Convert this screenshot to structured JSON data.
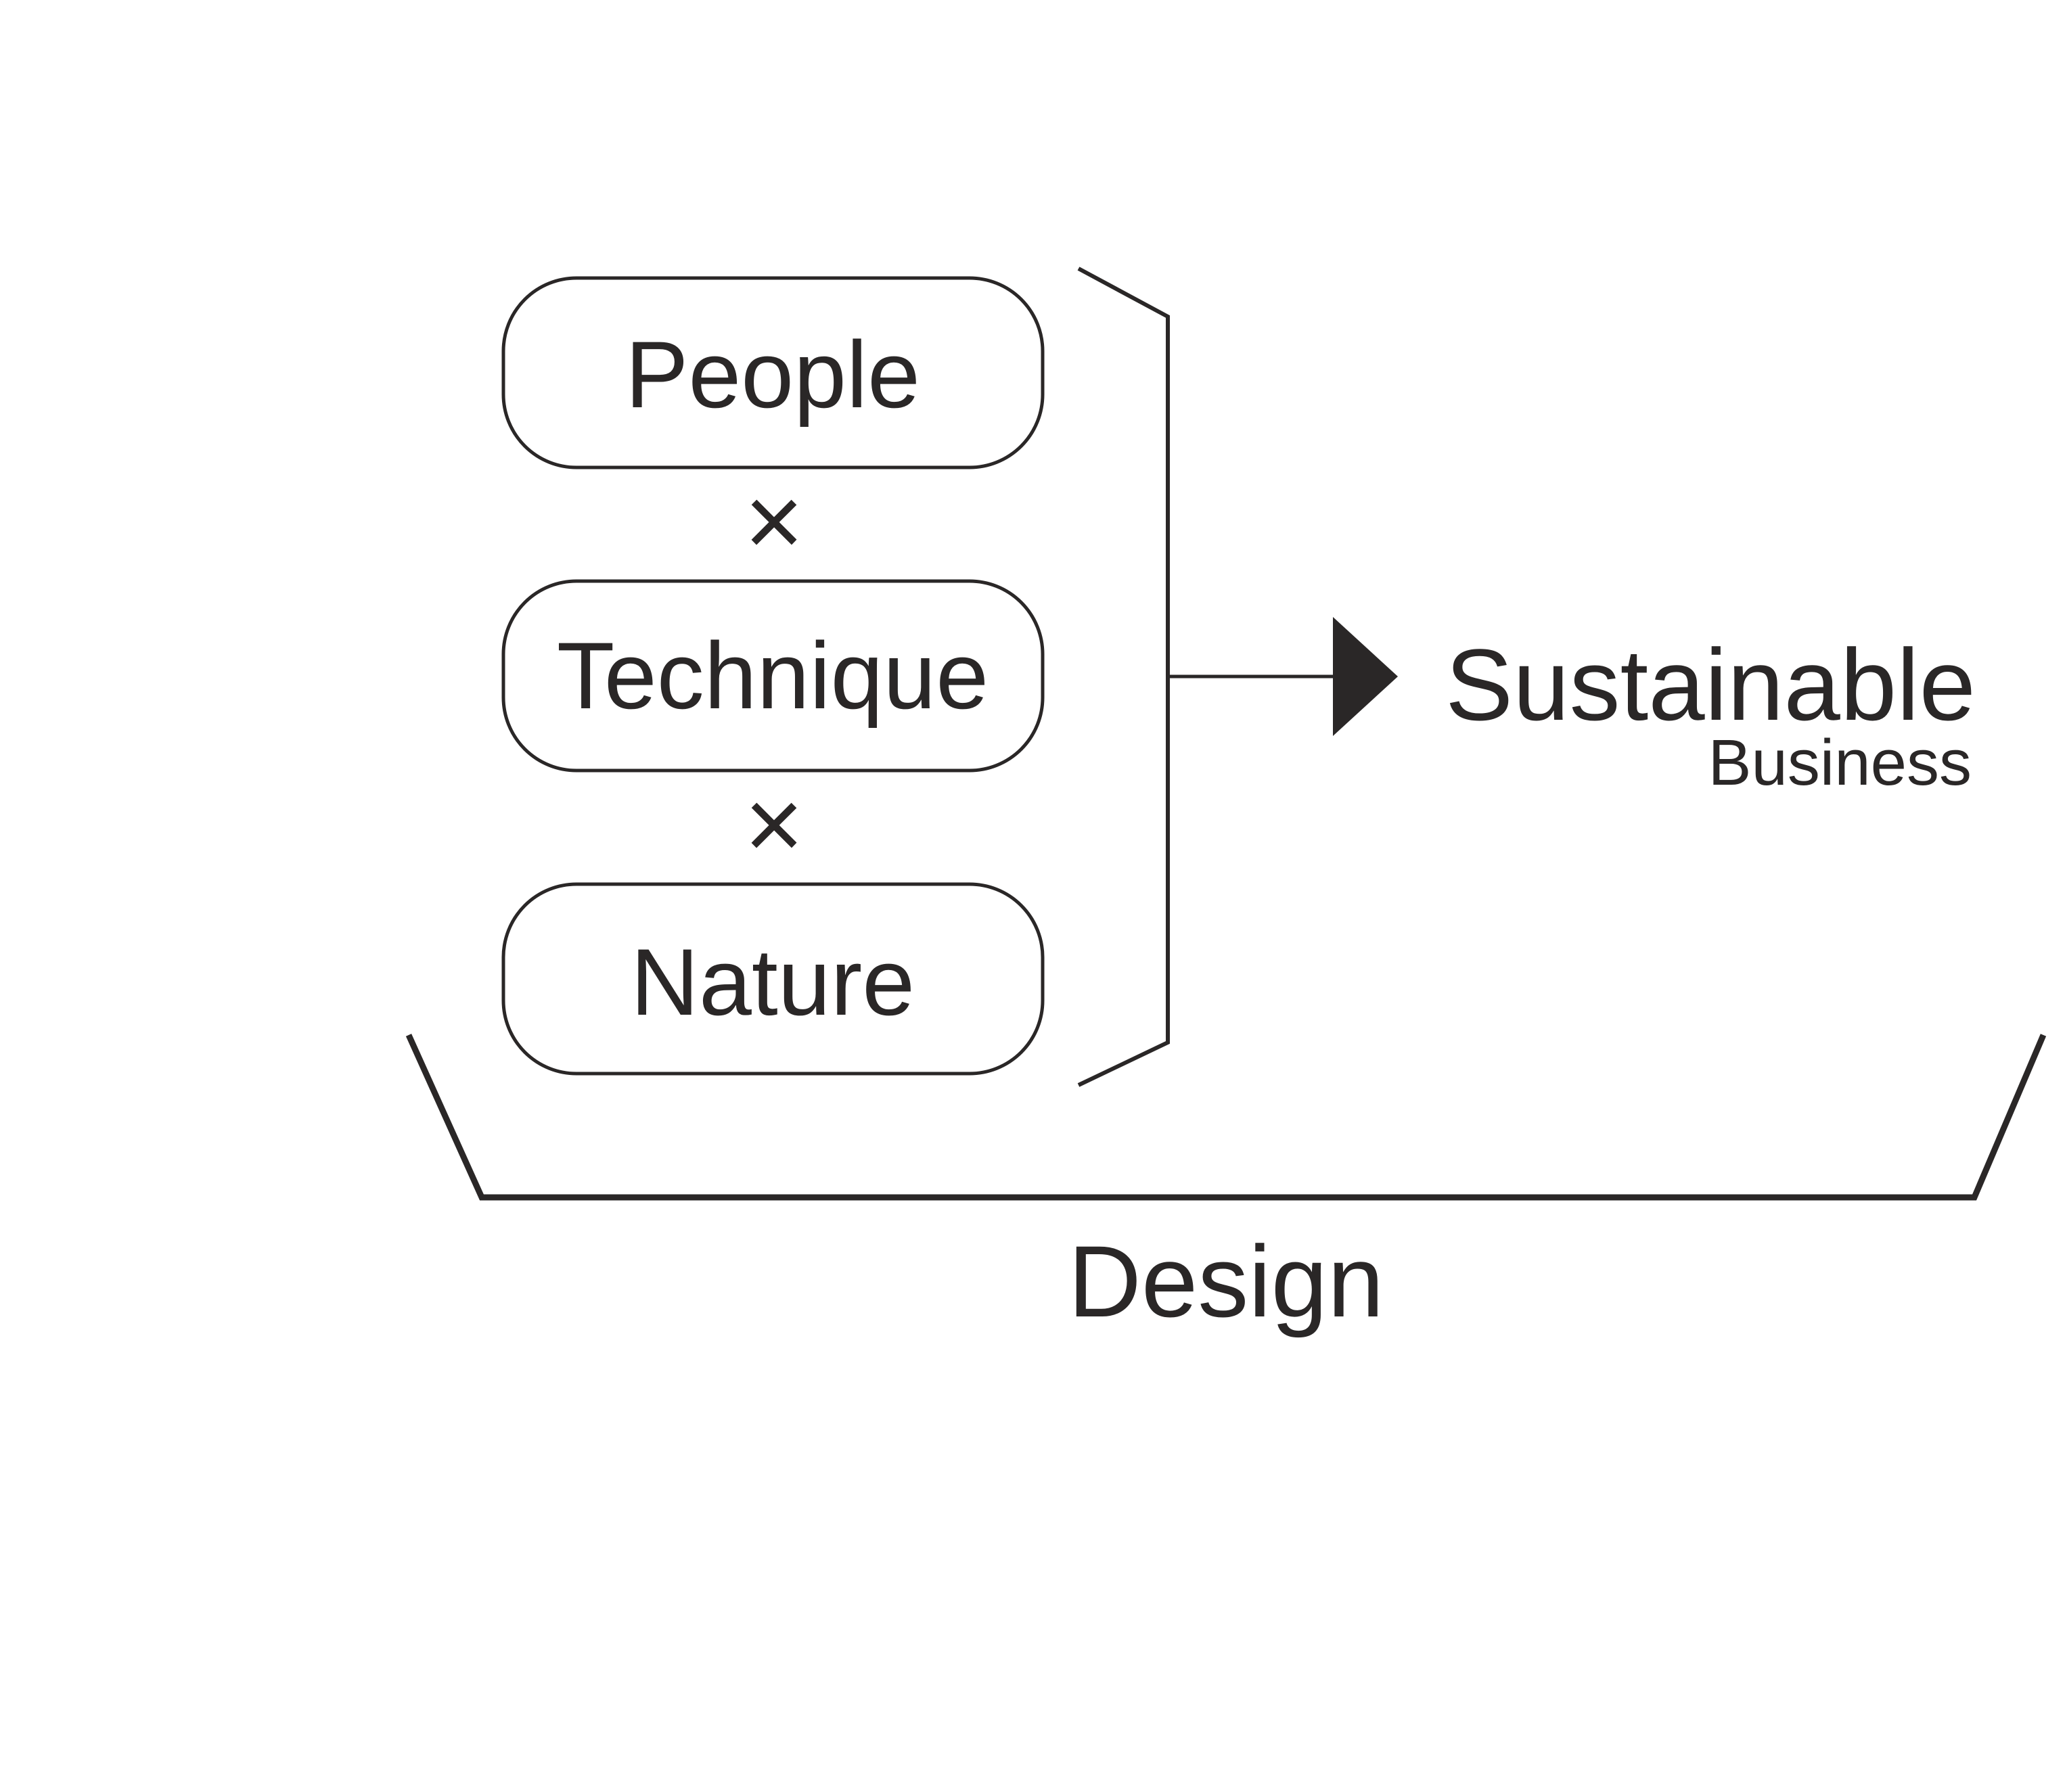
{
  "factors": [
    {
      "label": "People"
    },
    {
      "label": "Technique"
    },
    {
      "label": "Nature"
    }
  ],
  "operator": "×",
  "result": {
    "title": "Sustainable",
    "subtitle": "Business"
  },
  "foundation": {
    "label": "Design"
  },
  "colors": {
    "ink": "#2a2727",
    "background": "#ffffff"
  }
}
